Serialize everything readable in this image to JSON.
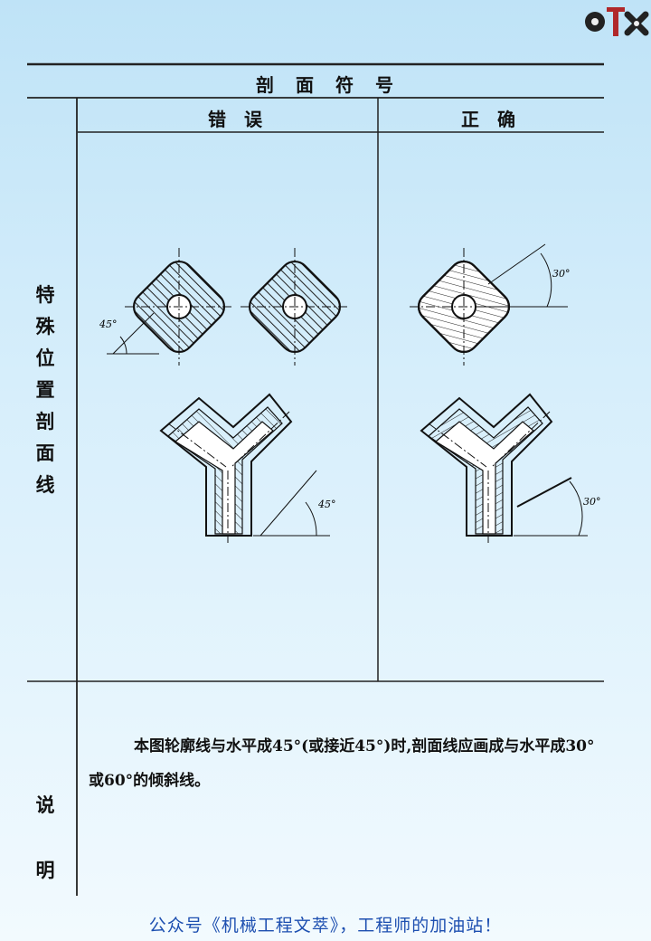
{
  "table": {
    "header": "剖　面　符　号",
    "col_wrong": "错　误",
    "col_right": "正　确",
    "row1_label_chars": [
      "特",
      "殊",
      "位",
      "置",
      "剖",
      "面",
      "线"
    ],
    "row2_label_chars": [
      "说",
      "明"
    ],
    "note_text": "本图轮廓线与水平成45°(或接近45°)时,剖面线应画成与水平成30°或60°的倾斜线。"
  },
  "drawings": {
    "wrong_angle_label_1": "45°",
    "wrong_angle_label_2": "45°",
    "right_angle_label_1": "30°",
    "right_angle_label_2": "30°"
  },
  "footer": "公众号《机械工程文萃》，工程师的加油站！",
  "logo": {
    "name": "logo-icon",
    "colors": [
      "#222222",
      "#b0282a"
    ]
  }
}
